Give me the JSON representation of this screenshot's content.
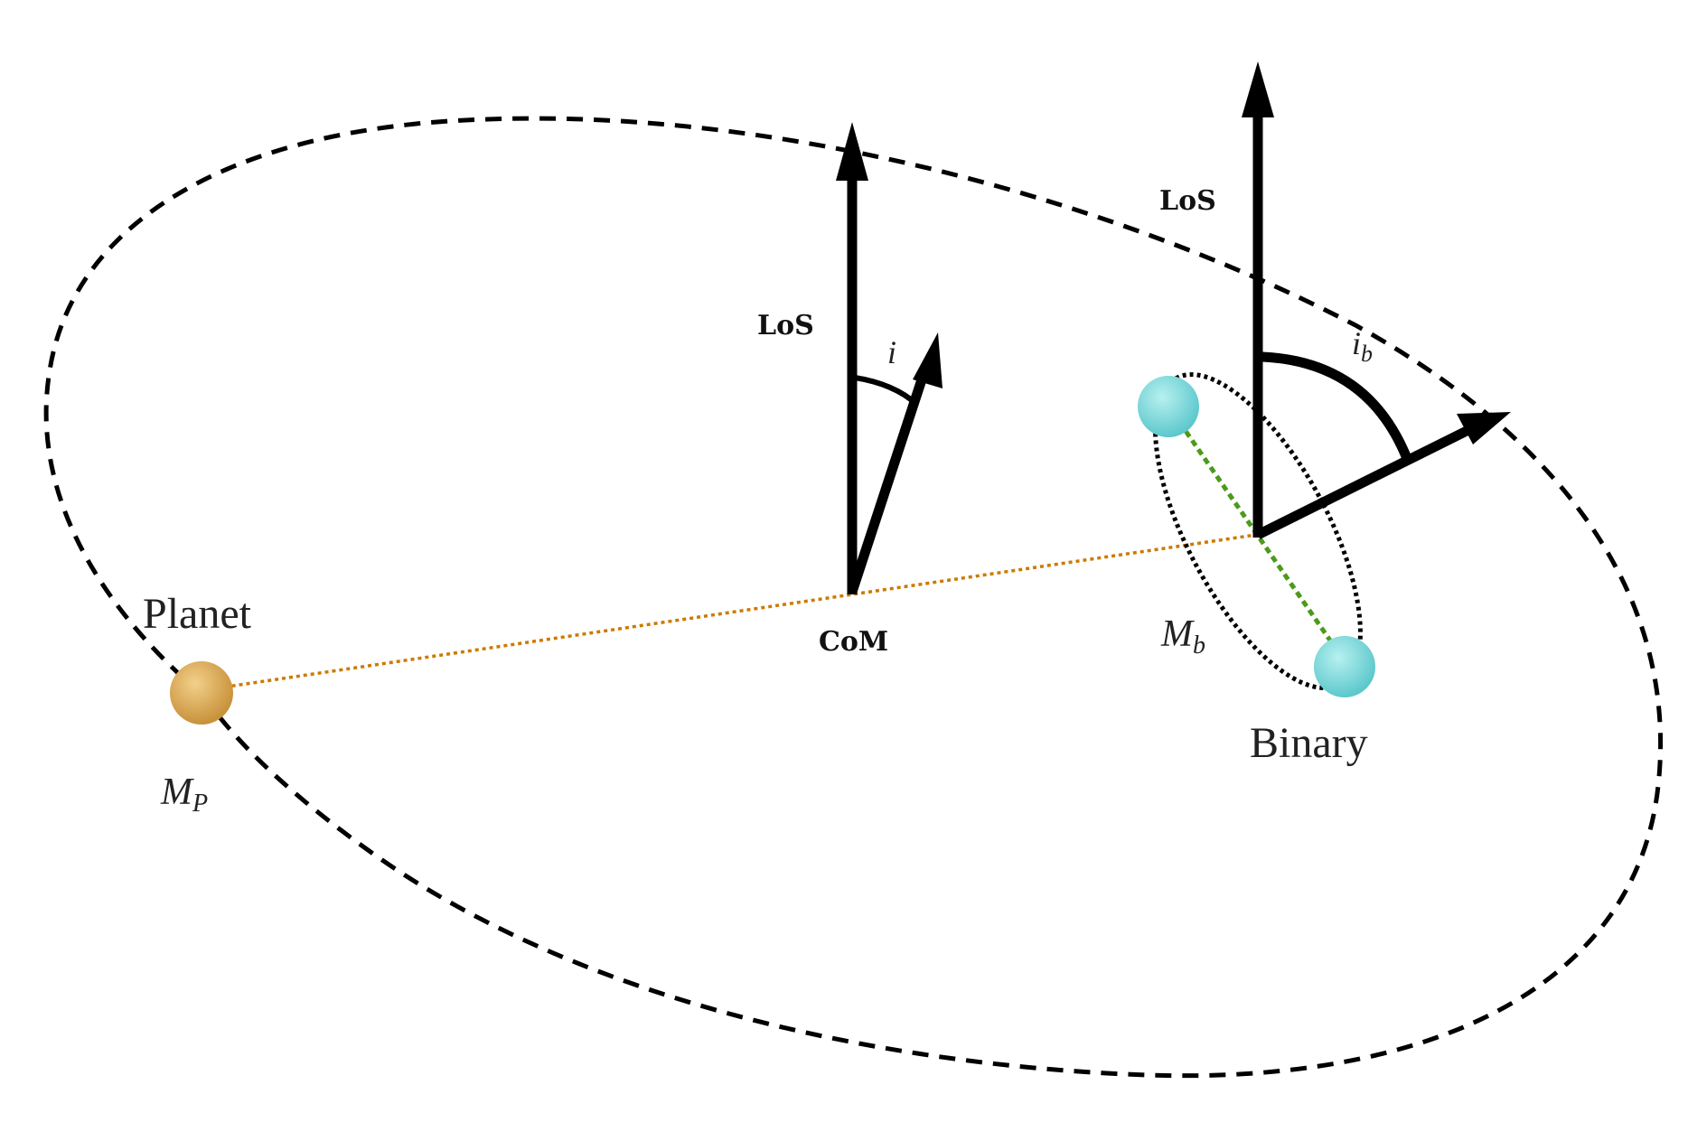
{
  "labels": {
    "los_com": "LoS",
    "los_binary": "LoS",
    "inclination_com": "i",
    "inclination_binary_base": "i",
    "inclination_binary_sub": "b",
    "com": "CoM",
    "planet": "Planet",
    "planet_mass_base": "M",
    "planet_mass_sub": "P",
    "binary": "Binary",
    "binary_mass_base": "M",
    "binary_mass_sub": "b"
  },
  "colors": {
    "planet": "#d9a84a",
    "binary_star": "#7fd8d8",
    "planet_com_line": "#cc7a00",
    "binary_separation_line": "#4c9a1a",
    "lines": "#000000"
  }
}
